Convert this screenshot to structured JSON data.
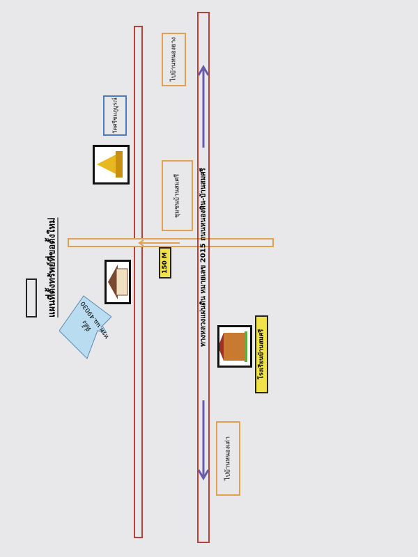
{
  "title": "แผนที่ตั้งทรัพย์ที่ขอตั้งใหม่",
  "road_label": "ทางหลวงแผ่นดิน หมายเลข 2015 ถนนหนองหิน-บ้านสมศรี",
  "labels": {
    "to_north": "ไปบ้านหนองยาง",
    "to_south": "ไปบ้านหนองเต่า",
    "temple": "วัดศรีชมภูบูรณ์",
    "community": "ชุมชนบ้านสมศรี",
    "distance": "150 M",
    "school": "โรงเรียนบ้านสมศรี"
  },
  "callout": {
    "line1": "ที่ตั้ง",
    "line2": "ทรพ.นฉ.49030"
  },
  "colors": {
    "road": "#b8403a",
    "side_road": "#e0a050",
    "arrow": "#6a5aa8",
    "highlight": "#f2e24a",
    "callout": "#b9dcf0"
  }
}
